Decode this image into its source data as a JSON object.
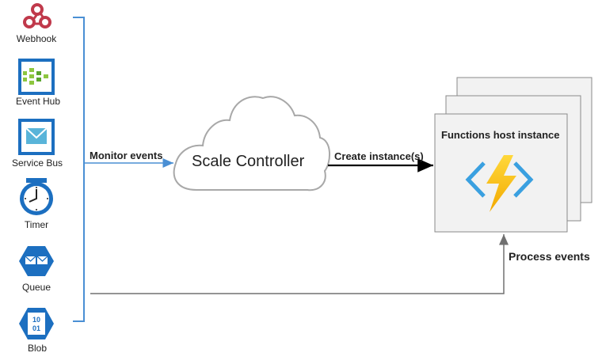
{
  "triggers": [
    {
      "label": "Webhook",
      "icon": "webhook-icon"
    },
    {
      "label": "Event Hub",
      "icon": "event-hub-icon"
    },
    {
      "label": "Service Bus",
      "icon": "service-bus-icon"
    },
    {
      "label": "Timer",
      "icon": "timer-icon"
    },
    {
      "label": "Queue",
      "icon": "queue-icon"
    },
    {
      "label": "Blob",
      "icon": "blob-icon"
    }
  ],
  "monitor_label": "Monitor events",
  "scale_controller_label": "Scale Controller",
  "create_label": "Create instance(s)",
  "host_title": "Functions host instance",
  "process_label": "Process events",
  "blob_icon_text": "10\n01",
  "colors": {
    "bracket": "#4a8fd4",
    "arrow_blue": "#4a8fd4",
    "arrow_black": "#000000",
    "arrow_gray": "#707070",
    "azure_blue": "#1c6fc0",
    "bolt": "#fcd116"
  }
}
